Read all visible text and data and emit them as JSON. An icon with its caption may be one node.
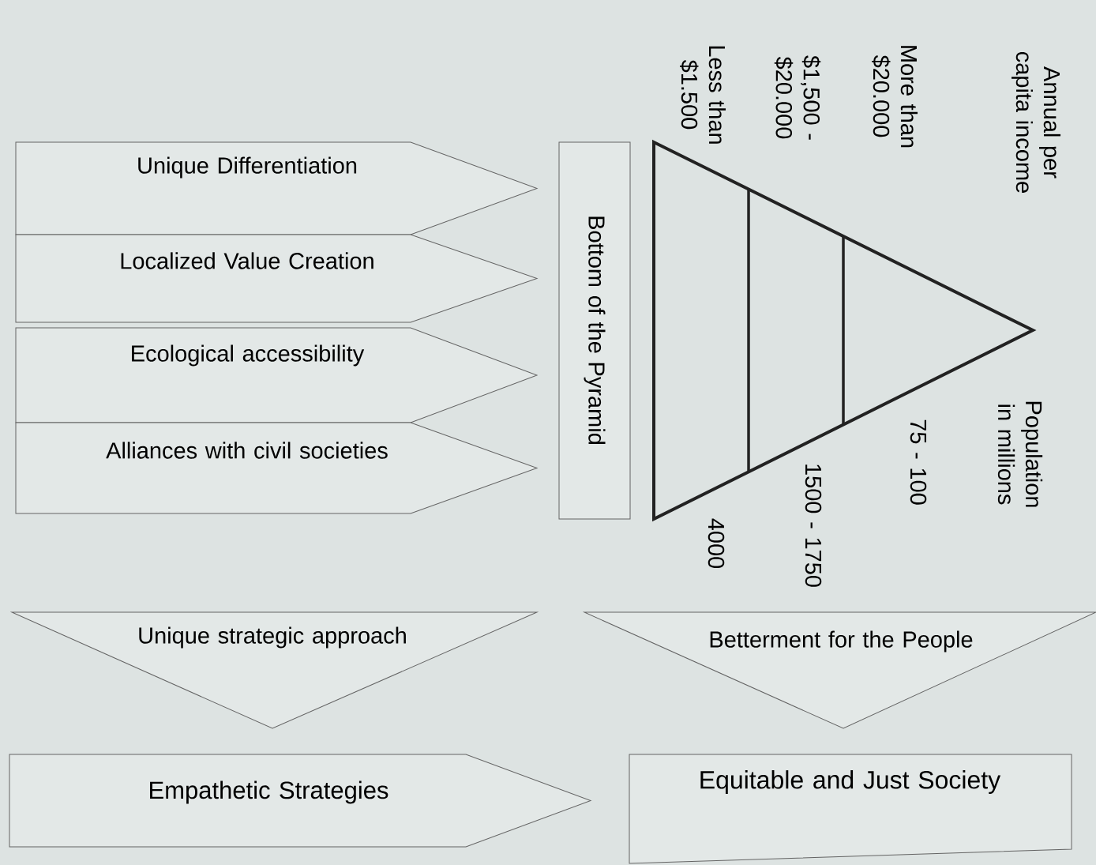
{
  "diagram": {
    "nodes": [
      {
        "text": [
          "Unique Differentiation"
        ]
      },
      {
        "text": [
          "Localized Value Creation"
        ]
      },
      {
        "text": [
          "Ecological accessibility"
        ]
      },
      {
        "text": [
          "Alliances with civil societies"
        ]
      },
      {
        "text": [
          "Bottom of the Pyramid"
        ]
      },
      {
        "text": [],
        "shape": "triangle"
      },
      {
        "text": [
          "Unique strategic approach"
        ]
      },
      {
        "text": [
          "Betterment for the People"
        ]
      },
      {
        "text": [
          "Empathetic Strategies"
        ]
      },
      {
        "text": [
          "Equitable and Just Society"
        ]
      }
    ],
    "labels": [
      "Annual per capita income",
      "More than $20.000",
      "$1,500 - $20.000",
      "Less than $1.500",
      "Population in millions",
      "75 - 100",
      "1500 - 1750",
      "4000"
    ]
  }
}
